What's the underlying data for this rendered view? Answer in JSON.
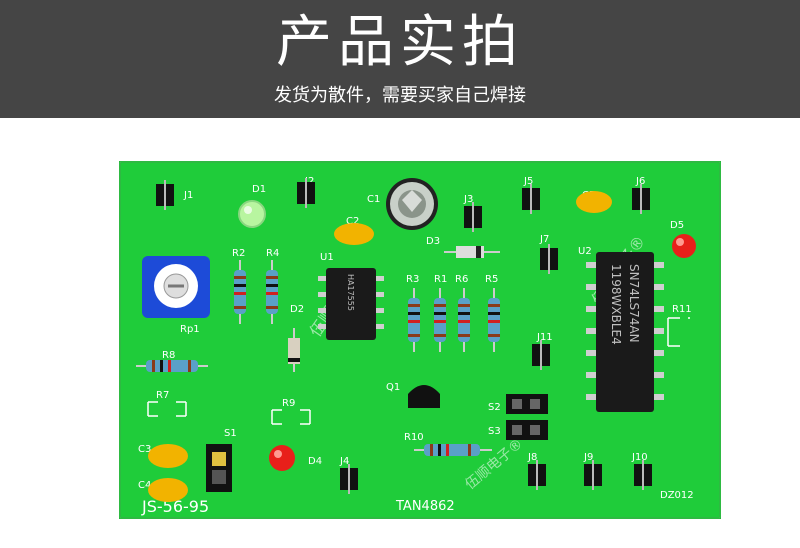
{
  "banner": {
    "title": "产品实拍",
    "subtitle": "发货为散件，需要买家自己焊接"
  },
  "colors": {
    "banner_bg": "#454545",
    "pcb_green": "#1fcc3a",
    "silk": "#ffffff"
  },
  "pcb": {
    "model_label": "JS-56-95",
    "chip_label": "TAN4862",
    "date_code": "DZ012",
    "watermark": "伍顺电子®",
    "labels": {
      "j1": "J1",
      "d1": "D1",
      "j2": "J2",
      "c1": "C1",
      "j3": "J3",
      "j5": "J5",
      "c5": "C5",
      "j6": "J6",
      "d5": "D5",
      "c2": "C2",
      "d3": "D3",
      "j7": "J7",
      "u2": "U2",
      "r2": "R2",
      "r4": "R4",
      "u1": "U1",
      "r3": "R3",
      "r1": "R1",
      "r6": "R6",
      "r5": "R5",
      "rp1": "Rp1",
      "d2": "D2",
      "r11": "R11",
      "j11": "J11",
      "r8": "R8",
      "q1": "Q1",
      "r7": "R7",
      "r9": "R9",
      "s2": "S2",
      "s3": "S3",
      "r10": "R10",
      "c3": "C3",
      "s1": "S1",
      "d4": "D4",
      "j4": "J4",
      "j8": "J8",
      "j9": "J9",
      "j10": "J10",
      "c4": "C4"
    },
    "u1_marking": "HA17555",
    "u2_marking_line1": "1198WXBLE4",
    "u2_marking_line2": "SN74LS74AN"
  }
}
